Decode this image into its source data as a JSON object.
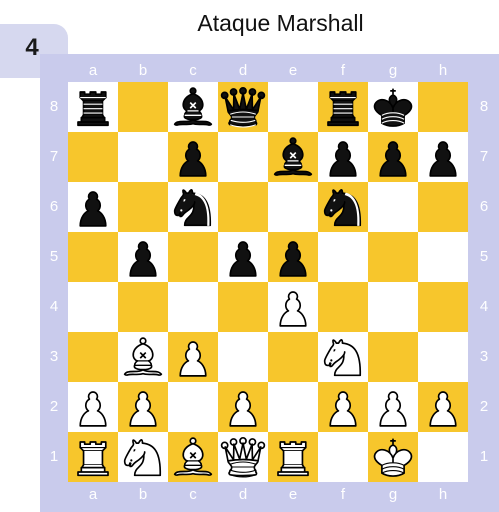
{
  "diagram_number": "4",
  "title": "Ataque Marshall",
  "colors": {
    "light_square": "#ffffff",
    "dark_square": "#f7c62c",
    "frame": "#c9cbec",
    "badge": "#d6d8ef"
  },
  "files": [
    "a",
    "b",
    "c",
    "d",
    "e",
    "f",
    "g",
    "h"
  ],
  "ranks": [
    "8",
    "7",
    "6",
    "5",
    "4",
    "3",
    "2",
    "1"
  ],
  "pieces": [
    {
      "square": "a8",
      "color": "black",
      "type": "rook"
    },
    {
      "square": "c8",
      "color": "black",
      "type": "bishop"
    },
    {
      "square": "d8",
      "color": "black",
      "type": "queen"
    },
    {
      "square": "f8",
      "color": "black",
      "type": "rook"
    },
    {
      "square": "g8",
      "color": "black",
      "type": "king"
    },
    {
      "square": "c7",
      "color": "black",
      "type": "pawn"
    },
    {
      "square": "e7",
      "color": "black",
      "type": "bishop"
    },
    {
      "square": "f7",
      "color": "black",
      "type": "pawn"
    },
    {
      "square": "g7",
      "color": "black",
      "type": "pawn"
    },
    {
      "square": "h7",
      "color": "black",
      "type": "pawn"
    },
    {
      "square": "a6",
      "color": "black",
      "type": "pawn"
    },
    {
      "square": "c6",
      "color": "black",
      "type": "knight"
    },
    {
      "square": "f6",
      "color": "black",
      "type": "knight"
    },
    {
      "square": "b5",
      "color": "black",
      "type": "pawn"
    },
    {
      "square": "d5",
      "color": "black",
      "type": "pawn"
    },
    {
      "square": "e5",
      "color": "black",
      "type": "pawn"
    },
    {
      "square": "e4",
      "color": "white",
      "type": "pawn"
    },
    {
      "square": "b3",
      "color": "white",
      "type": "bishop"
    },
    {
      "square": "c3",
      "color": "white",
      "type": "pawn"
    },
    {
      "square": "f3",
      "color": "white",
      "type": "knight"
    },
    {
      "square": "a2",
      "color": "white",
      "type": "pawn"
    },
    {
      "square": "b2",
      "color": "white",
      "type": "pawn"
    },
    {
      "square": "d2",
      "color": "white",
      "type": "pawn"
    },
    {
      "square": "f2",
      "color": "white",
      "type": "pawn"
    },
    {
      "square": "g2",
      "color": "white",
      "type": "pawn"
    },
    {
      "square": "h2",
      "color": "white",
      "type": "pawn"
    },
    {
      "square": "a1",
      "color": "white",
      "type": "rook"
    },
    {
      "square": "b1",
      "color": "white",
      "type": "knight"
    },
    {
      "square": "c1",
      "color": "white",
      "type": "bishop"
    },
    {
      "square": "d1",
      "color": "white",
      "type": "queen"
    },
    {
      "square": "e1",
      "color": "white",
      "type": "rook"
    },
    {
      "square": "g1",
      "color": "white",
      "type": "king"
    }
  ]
}
